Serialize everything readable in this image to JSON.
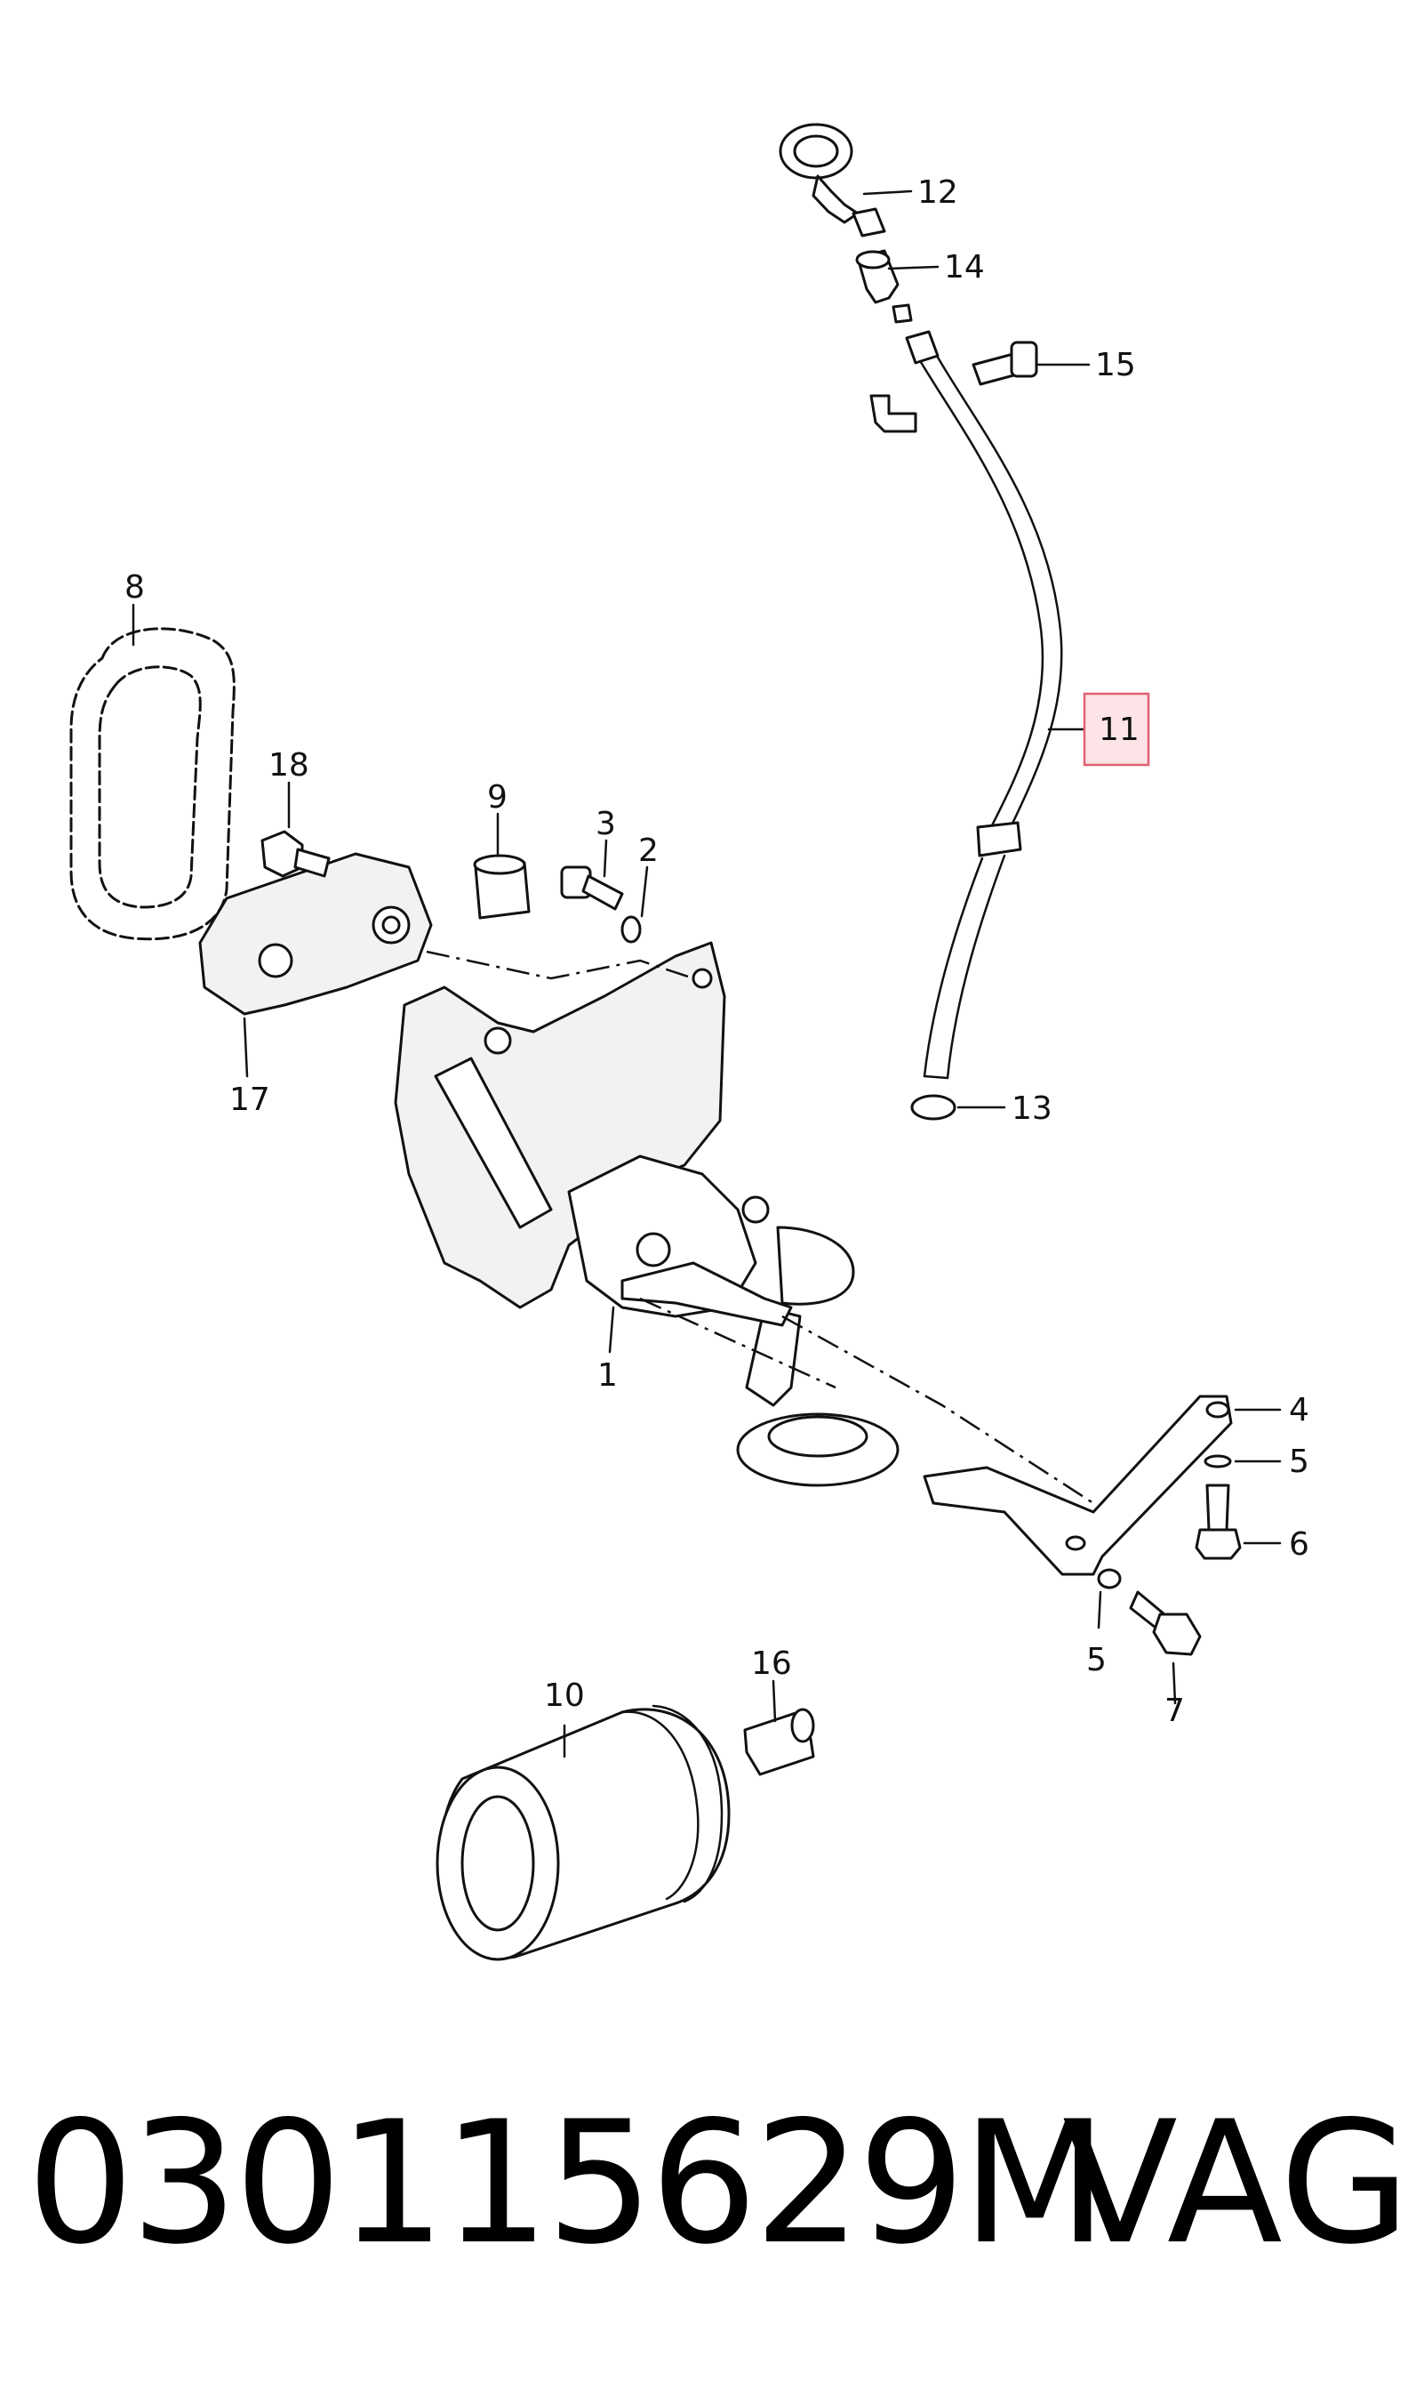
{
  "callouts": [
    {
      "id": "c1",
      "text": "1"
    },
    {
      "id": "c2",
      "text": "2"
    },
    {
      "id": "c3",
      "text": "3"
    },
    {
      "id": "c4",
      "text": "4"
    },
    {
      "id": "c5a",
      "text": "5"
    },
    {
      "id": "c5b",
      "text": "5"
    },
    {
      "id": "c6",
      "text": "6"
    },
    {
      "id": "c7",
      "text": "7"
    },
    {
      "id": "c8",
      "text": "8"
    },
    {
      "id": "c9",
      "text": "9"
    },
    {
      "id": "c10",
      "text": "10"
    },
    {
      "id": "c11",
      "text": "11"
    },
    {
      "id": "c12",
      "text": "12"
    },
    {
      "id": "c13",
      "text": "13"
    },
    {
      "id": "c14",
      "text": "14"
    },
    {
      "id": "c15",
      "text": "15"
    },
    {
      "id": "c16",
      "text": "16"
    },
    {
      "id": "c17",
      "text": "17"
    },
    {
      "id": "c18",
      "text": "18"
    }
  ],
  "highlighted_callout": "11",
  "colors": {
    "highlight_stroke": "#e06070",
    "highlight_fill": "#fde4e6",
    "line": "#111111",
    "background": "#ffffff"
  },
  "footer": {
    "part_number": "030115629M",
    "brand": "VAG"
  }
}
